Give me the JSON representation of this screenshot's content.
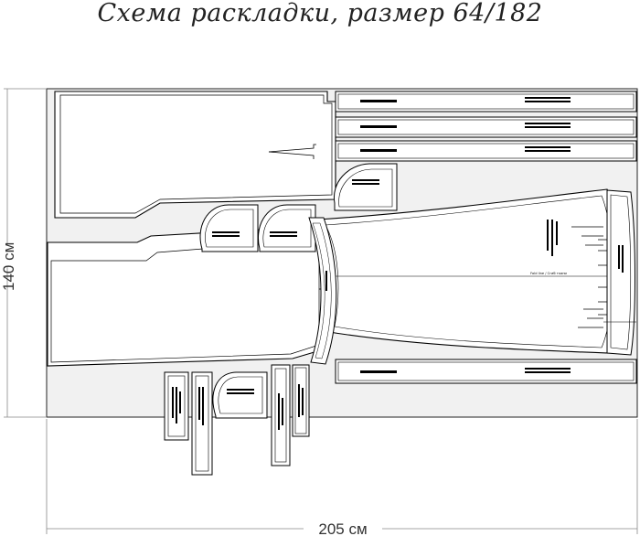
{
  "title": "Схема раскладки, размер 64/182",
  "dimensions": {
    "height_label": "140 см",
    "width_label": "205 см"
  },
  "fold_line_label": "Fold line / Сгиб ткани"
}
